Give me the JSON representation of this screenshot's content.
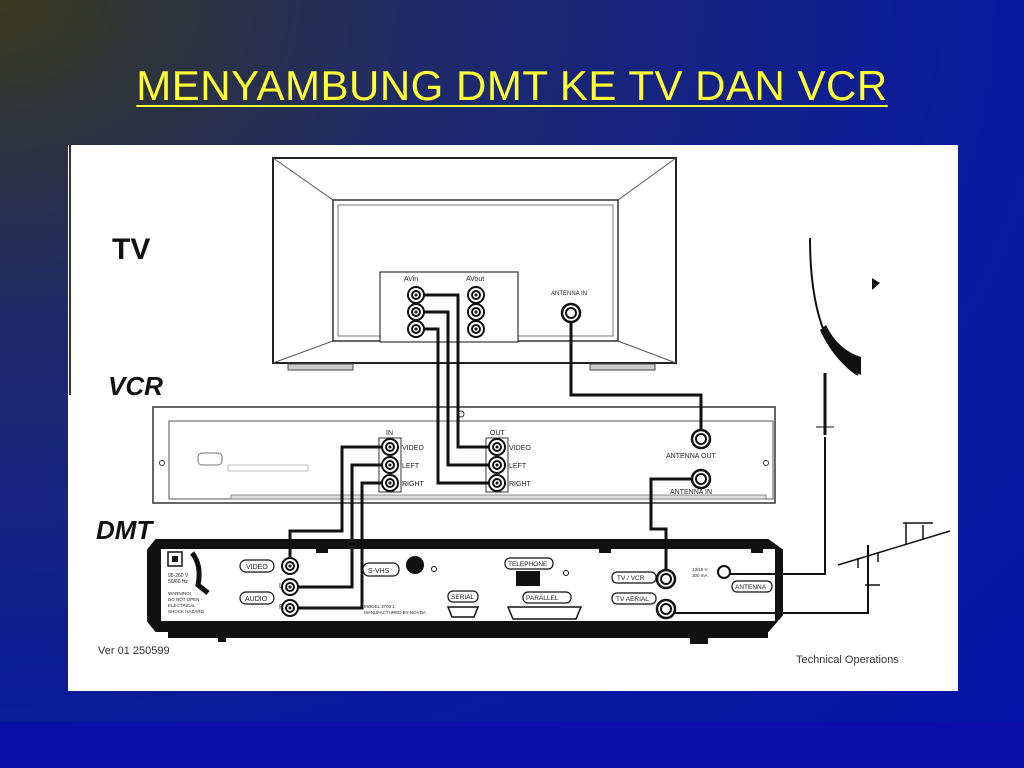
{
  "slide": {
    "title": "MENYAMBUNG DMT KE TV DAN VCR"
  },
  "diagram": {
    "labels": {
      "tv": "TV",
      "vcr": "VCR",
      "dmt": "DMT"
    },
    "tv_panel": {
      "av_in": "AVin",
      "av_out": "AVout",
      "antenna_in": "ANTENNA IN"
    },
    "vcr_panel": {
      "in": "IN",
      "out": "OUT",
      "video": "VIDEO",
      "left": "LEFT",
      "right": "RIGHT",
      "antenna_out": "ANTENNA OUT",
      "antenna_in": "ANTENNA IN"
    },
    "dmt_panel": {
      "video": "VIDEO",
      "audio": "AUDIO",
      "l": "L",
      "r": "R",
      "svhs": "S-VHS",
      "telephone": "TELEPHONE",
      "serial": "SERIAL",
      "parallel": "PARALLEL",
      "tv_vcr": "TV / VCR",
      "tv_aerial": "TV AERIAL",
      "antenna": "ANTENNA",
      "power_rating": "95-260 V",
      "power_freq": "50/60 Hz",
      "warning_1": "WARNING!",
      "warning_2": "DO NOT OPEN -",
      "warning_3": "ELECTRICAL",
      "warning_4": "SHOCK HAZARD",
      "model_1": "MODEL 3700 1",
      "model_2": "MANUFACTURED BY NOVDA",
      "lnb_1": "13/18 V",
      "lnb_2": "300 mA"
    },
    "footer": {
      "version": "Ver 01 250599",
      "department": "Technical Operations"
    }
  },
  "colors": {
    "title": "#ffff33",
    "background": "#0a1aa0",
    "line": "#111111"
  }
}
